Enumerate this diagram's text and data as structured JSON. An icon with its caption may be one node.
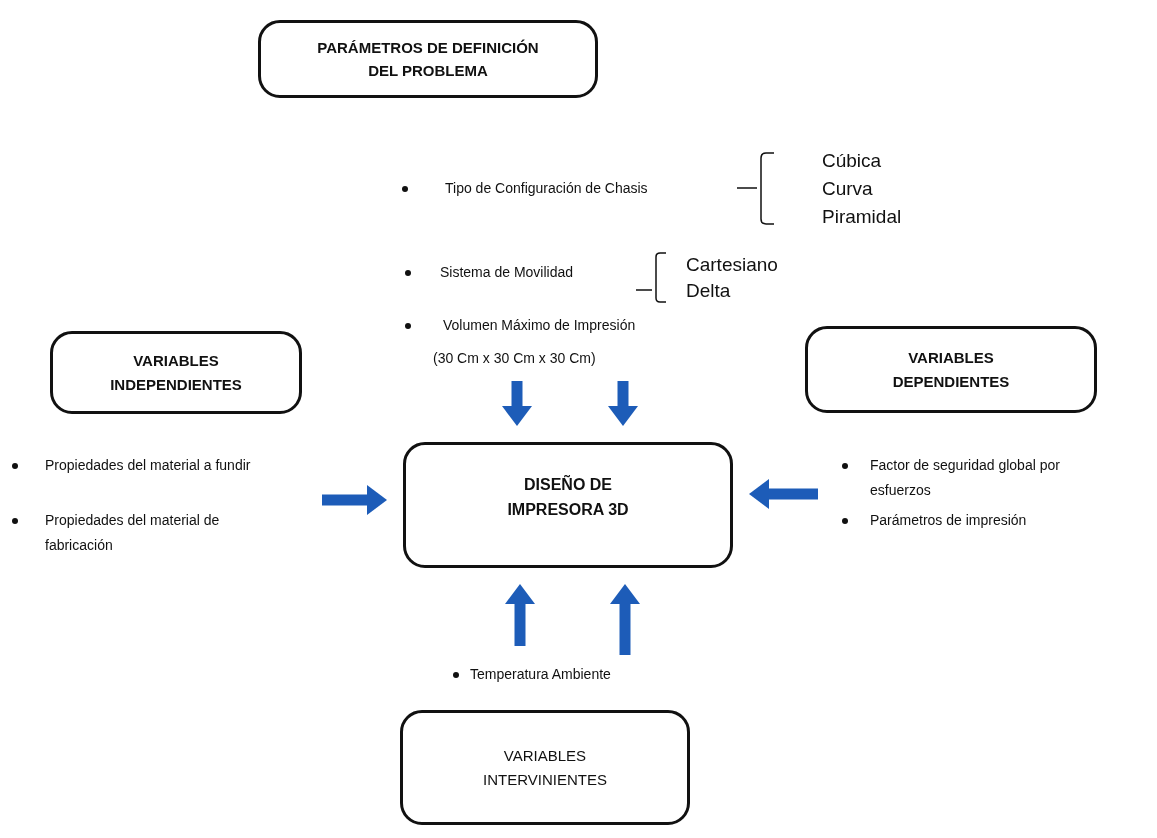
{
  "diagram": {
    "nodes": [
      {
        "text": [
          "PARÁMETROS DE DEFINICIÓN DEL PROBLEMA"
        ]
      },
      {
        "text": [
          "VARIABLES INDEPENDIENTES"
        ]
      },
      {
        "text": [
          "VARIABLES DEPENDIENTES"
        ]
      },
      {
        "text": [
          "DISEÑO DE IMPRESORA 3D"
        ]
      },
      {
        "text": [
          "VARIABLES INTERVINIENTES"
        ]
      }
    ],
    "edges": [
      {
        "from": null,
        "to": 3,
        "arrow": "to"
      },
      {
        "from": null,
        "to": 3,
        "arrow": "to"
      },
      {
        "from": null,
        "to": 3,
        "arrow": "to"
      },
      {
        "from": null,
        "to": 3,
        "arrow": "to"
      },
      {
        "from": null,
        "to": 3,
        "arrow": "to"
      },
      {
        "from": null,
        "to": 3,
        "arrow": "to"
      }
    ],
    "labels": [
      "Tipo de Configuración de Chasis",
      "Cúbica",
      "Curva",
      "Piramidal",
      "Sistema de Movilidad",
      "Cartesiano",
      "Delta",
      "Volumen Máximo de Impresión",
      "(30 Cm x 30 Cm x 30 Cm)",
      "Propiedades del material a fundir",
      "Propiedades del material de fabricación",
      "Factor de seguridad global por esfuerzos",
      "Parámetros de impresión",
      "Temperatura Ambiente"
    ]
  }
}
